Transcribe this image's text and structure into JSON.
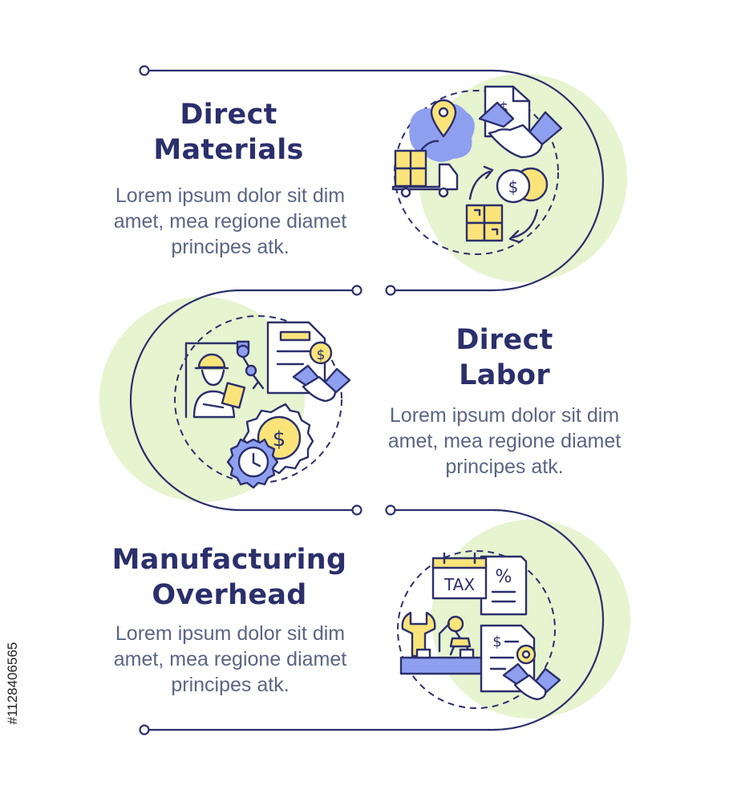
{
  "colors": {
    "navy": "#2b2f6b",
    "blob": "#e6f4d0",
    "yellow": "#fae47a",
    "blue": "#8f9ff0",
    "text": "#5b6584"
  },
  "sections": [
    {
      "title": [
        "Direct",
        "Materials"
      ],
      "description": [
        "Lorem ipsum dolor sit dim",
        "amet, mea regione diamet",
        "principes atk."
      ],
      "icon": "supply-logistics-icon"
    },
    {
      "title": [
        "Direct",
        "Labor"
      ],
      "description": [
        "Lorem ipsum dolor sit dim",
        "amet, mea regione diamet",
        "principes atk."
      ],
      "icon": "labor-cost-icon"
    },
    {
      "title": [
        "Manufacturing",
        "Overhead"
      ],
      "description": [
        "Lorem ipsum dolor sit dim",
        "amet, mea regione diamet",
        "principes atk."
      ],
      "icon": "overhead-tax-icon"
    }
  ],
  "watermark": "#1128406565"
}
